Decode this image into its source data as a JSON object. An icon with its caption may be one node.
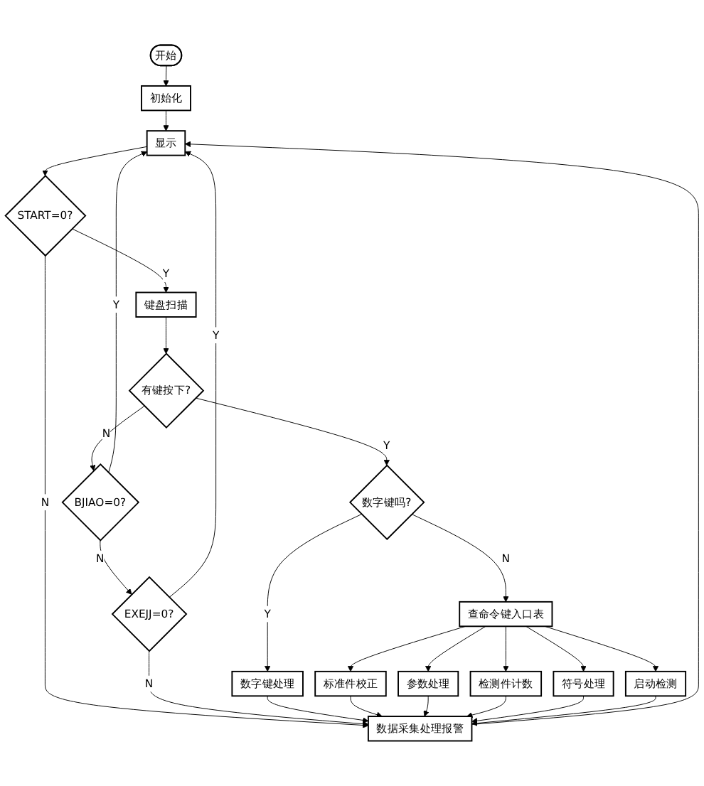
{
  "diagram": {
    "nodes": [
      {
        "text": [
          "开始"
        ]
      },
      {
        "text": [
          "初始化"
        ]
      },
      {
        "text": [
          "显示"
        ]
      },
      {
        "text": [
          "START=0?"
        ]
      },
      {
        "text": [
          "键盘扫描"
        ]
      },
      {
        "text": [
          "有键按下?"
        ]
      },
      {
        "text": [
          "BJIAO=0?"
        ]
      },
      {
        "text": [
          "EXEJJ=0?"
        ]
      },
      {
        "text": [
          "数字键吗?"
        ]
      },
      {
        "text": [
          "查命令键入口表"
        ]
      },
      {
        "text": [
          "数字键处理"
        ]
      },
      {
        "text": [
          "标准件校正"
        ]
      },
      {
        "text": [
          "参数处理"
        ]
      },
      {
        "text": [
          "检测件计数"
        ]
      },
      {
        "text": [
          "符号处理"
        ]
      },
      {
        "text": [
          "启动检测"
        ]
      },
      {
        "text": [
          "数据采集处理报警"
        ]
      }
    ],
    "edges": [
      {
        "from": 0,
        "to": 1,
        "arrow": "to"
      },
      {
        "from": 1,
        "to": 2,
        "arrow": "to"
      },
      {
        "from": 2,
        "to": 3,
        "arrow": "to"
      },
      {
        "from": 3,
        "to": 4,
        "label": "Y",
        "arrow": "to"
      },
      {
        "from": 3,
        "to": 16,
        "label": "N",
        "arrow": "to"
      },
      {
        "from": 4,
        "to": 5,
        "arrow": "to"
      },
      {
        "from": 5,
        "to": 8,
        "label": "Y",
        "arrow": "to"
      },
      {
        "from": 5,
        "to": 6,
        "label": "N",
        "arrow": "to"
      },
      {
        "from": 6,
        "to": 2,
        "label": "Y",
        "arrow": "to"
      },
      {
        "from": 6,
        "to": 7,
        "label": "N",
        "arrow": "to"
      },
      {
        "from": 7,
        "to": 2,
        "label": "Y",
        "arrow": "to"
      },
      {
        "from": 7,
        "to": 16,
        "label": "N",
        "arrow": "to"
      },
      {
        "from": 8,
        "to": 10,
        "label": "Y",
        "arrow": "to"
      },
      {
        "from": 8,
        "to": 9,
        "label": "N",
        "arrow": "to"
      },
      {
        "from": 9,
        "to": 11,
        "arrow": "to"
      },
      {
        "from": 9,
        "to": 12,
        "arrow": "to"
      },
      {
        "from": 9,
        "to": 13,
        "arrow": "to"
      },
      {
        "from": 9,
        "to": 14,
        "arrow": "to"
      },
      {
        "from": 9,
        "to": 15,
        "arrow": "to"
      },
      {
        "from": 10,
        "to": 16,
        "arrow": "to"
      },
      {
        "from": 11,
        "to": 16,
        "arrow": "to"
      },
      {
        "from": 12,
        "to": 16,
        "arrow": "to"
      },
      {
        "from": 13,
        "to": 16,
        "arrow": "to"
      },
      {
        "from": 14,
        "to": 16,
        "arrow": "to"
      },
      {
        "from": 15,
        "to": 16,
        "arrow": "to"
      },
      {
        "from": 16,
        "to": 2,
        "arrow": "to"
      }
    ]
  }
}
